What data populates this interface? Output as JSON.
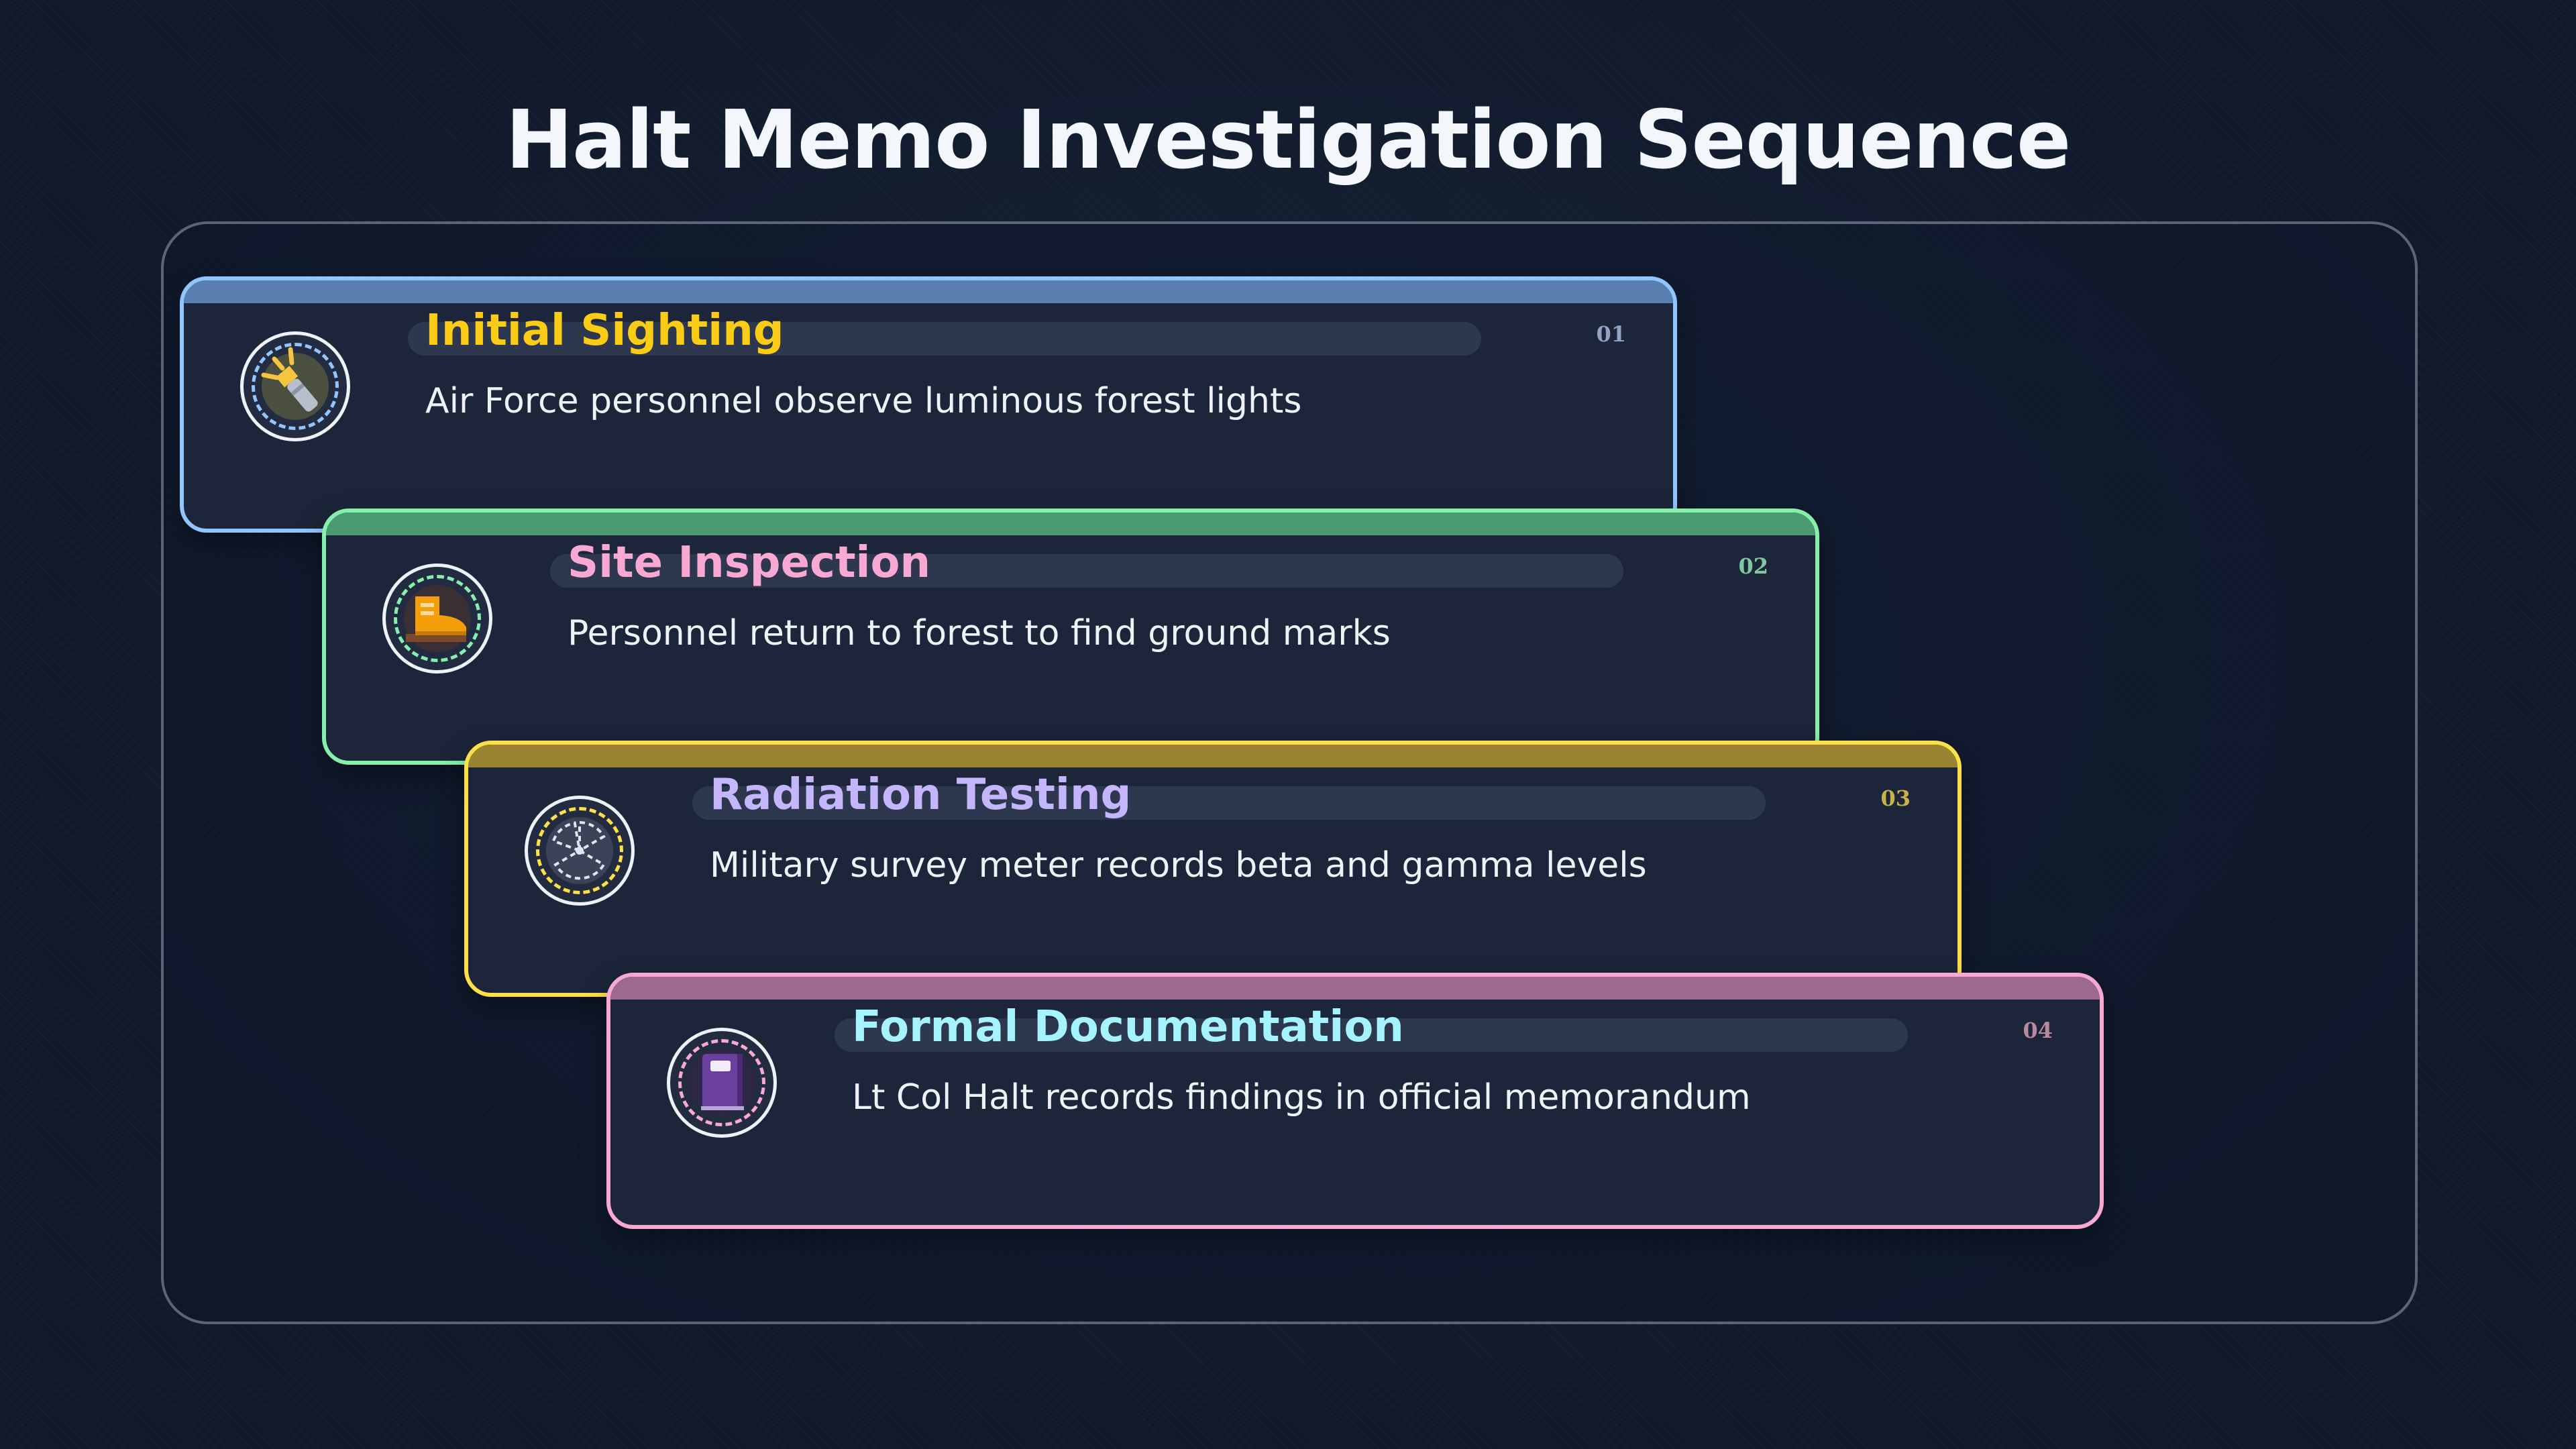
{
  "title": "Halt Memo Investigation Sequence",
  "steps": [
    {
      "number": "01",
      "title": "Initial Sighting",
      "description": "Air Force personnel observe luminous forest lights",
      "icon": "flashlight-icon",
      "border_color": "#93c5fd",
      "band_color": "#5b7fb0",
      "title_color": "#facc15",
      "number_color": "#93a4c2",
      "ring_color": "#93c5fd"
    },
    {
      "number": "02",
      "title": "Site Inspection",
      "description": "Personnel return to forest to find ground marks",
      "icon": "boot-icon",
      "border_color": "#86efac",
      "band_color": "#4a9b70",
      "title_color": "#f9a8d4",
      "number_color": "#7fc7a0",
      "ring_color": "#86efac"
    },
    {
      "number": "03",
      "title": "Radiation Testing",
      "description": "Military survey meter records beta and gamma levels",
      "icon": "radiation-icon",
      "border_color": "#fde047",
      "band_color": "#9a8431",
      "title_color": "#c4b5fd",
      "number_color": "#c8b04a",
      "ring_color": "#fde047"
    },
    {
      "number": "04",
      "title": "Formal Documentation",
      "description": "Lt Col Halt records findings in official memorandum",
      "icon": "notebook-icon",
      "border_color": "#f9a8d4",
      "band_color": "#9c6a8c",
      "title_color": "#a5f3fc",
      "number_color": "#b9899f",
      "ring_color": "#f9a8d4"
    }
  ]
}
